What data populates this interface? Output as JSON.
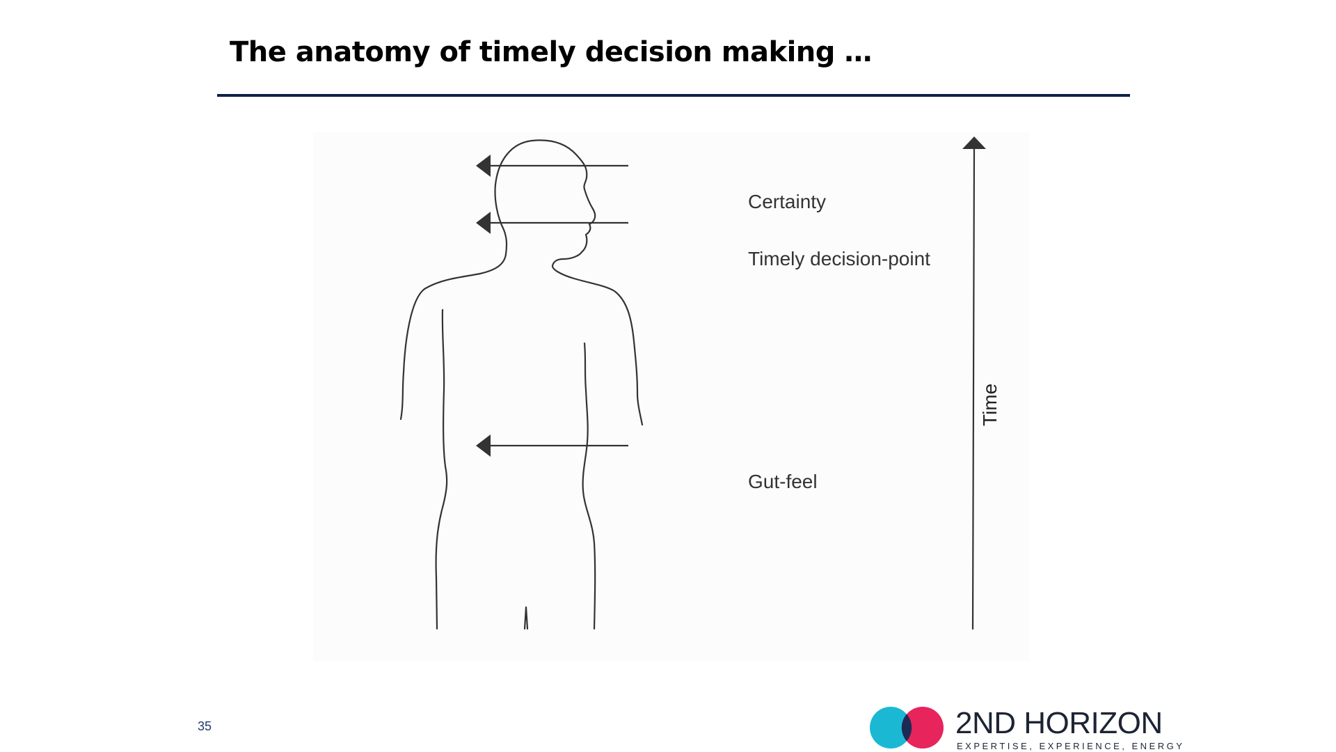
{
  "slide": {
    "title": "The anatomy of timely decision making …",
    "page_number": "35"
  },
  "diagram": {
    "labels": {
      "certainty": "Certainty",
      "timely_decision_point": "Timely decision-point",
      "gut_feel": "Gut-feel",
      "time_axis": "Time"
    }
  },
  "logo": {
    "name": "2ND HORIZON",
    "tagline": "EXPERTISE, EXPERIENCE, ENERGY",
    "colors": {
      "cyan": "#1bb8d4",
      "navy": "#1c2a55",
      "pink": "#e8245c"
    }
  },
  "colors": {
    "title_rule": "#0f2148",
    "page_number": "#1f3a6e"
  }
}
